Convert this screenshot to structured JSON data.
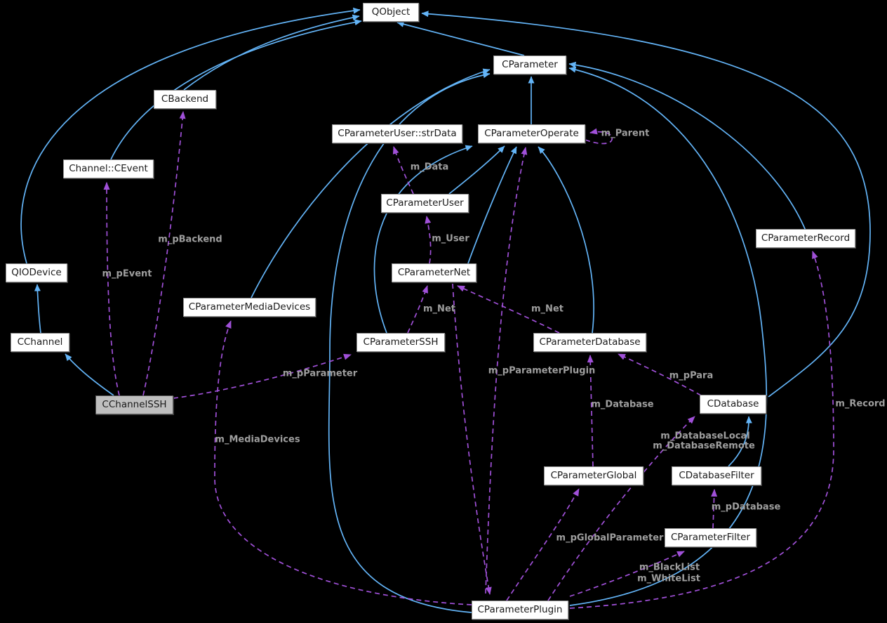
{
  "diagram_title": "CChannelSSH collaboration graph",
  "colors": {
    "c-bg": "#000000",
    "c-node-fill": "#ffffff",
    "c-node-border": "#8f8f8f",
    "c-focus-fill": "#bfbfbf",
    "c-inherit": "#63b4f7",
    "c-usage": "#a050d8",
    "c-label": "#9e9e9e"
  },
  "nodes": {
    "qobject": {
      "label": "QObject"
    },
    "cparameter": {
      "label": "CParameter"
    },
    "cbackend": {
      "label": "CBackend"
    },
    "channel_cevent": {
      "label": "Channel::CEvent"
    },
    "strdata": {
      "label": "CParameterUser::strData"
    },
    "operate": {
      "label": "CParameterOperate"
    },
    "user": {
      "label": "CParameterUser"
    },
    "net": {
      "label": "CParameterNet"
    },
    "qiodevice": {
      "label": "QIODevice"
    },
    "mediadevices": {
      "label": "CParameterMediaDevices"
    },
    "cchannel": {
      "label": "CChannel"
    },
    "ssh": {
      "label": "CParameterSSH"
    },
    "database": {
      "label": "CParameterDatabase"
    },
    "record": {
      "label": "CParameterRecord"
    },
    "cchannelssh": {
      "label": "CChannelSSH"
    },
    "cdatabase": {
      "label": "CDatabase"
    },
    "global": {
      "label": "CParameterGlobal"
    },
    "dbfilter": {
      "label": "CDatabaseFilter"
    },
    "filter": {
      "label": "CParameterFilter"
    },
    "plugin": {
      "label": "CParameterPlugin"
    }
  },
  "edge_labels": {
    "m_pevent": {
      "text": "m_pEvent"
    },
    "m_pbackend": {
      "text": "m_pBackend"
    },
    "m_pparameter": {
      "text": "m_pParameter"
    },
    "m_parent": {
      "text": "m_Parent"
    },
    "m_data": {
      "text": "m_Data"
    },
    "m_user": {
      "text": "m_User"
    },
    "m_net_ssh": {
      "text": "m_Net"
    },
    "m_net_db": {
      "text": "m_Net"
    },
    "m_database": {
      "text": "m_Database"
    },
    "m_pparameterplugin": {
      "text": "m_pParameterPlugin"
    },
    "m_ppara": {
      "text": "m_pPara"
    },
    "m_databaselocal": {
      "text": "m_DatabaseLocal"
    },
    "m_databaseremote": {
      "text": "m_DatabaseRemote"
    },
    "m_record": {
      "text": "m_Record"
    },
    "m_mediadevices": {
      "text": "m_MediaDevices"
    },
    "m_pdatabase": {
      "text": "m_pDatabase"
    },
    "m_pglobalparameter": {
      "text": "m_pGlobalParameter"
    },
    "m_blacklist": {
      "text": "m_BlackList"
    },
    "m_whitelist": {
      "text": "m_WhiteList"
    }
  }
}
